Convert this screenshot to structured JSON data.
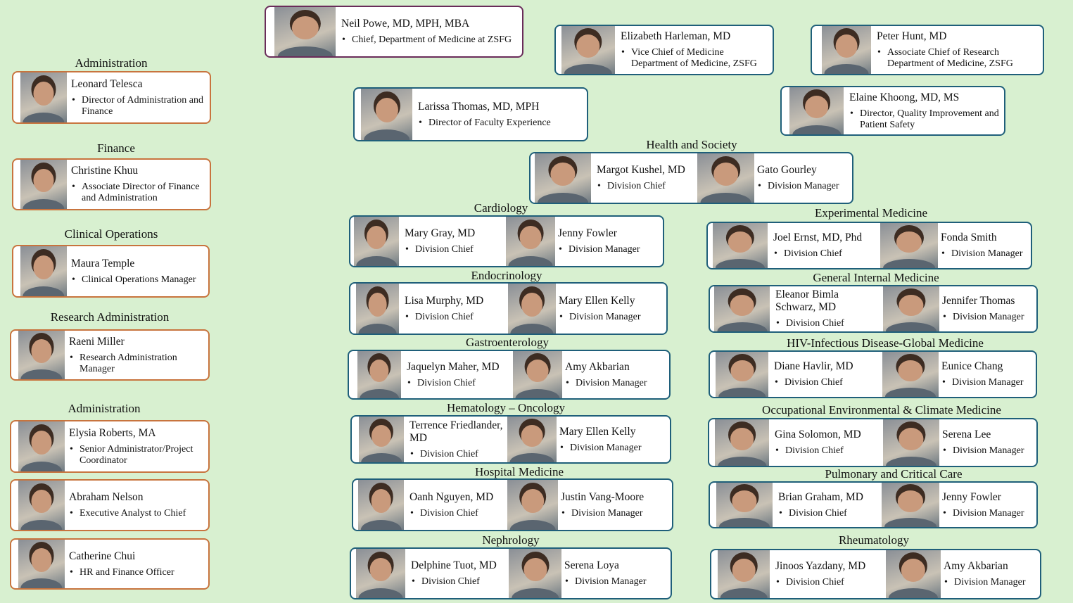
{
  "leadership": [
    {
      "name": "Neil Powe, MD, MPH, MBA",
      "role": "Chief, Department of Medicine at ZSFG"
    },
    {
      "name": "Elizabeth Harleman, MD",
      "role": "Vice Chief of Medicine Department of Medicine, ZSFG"
    },
    {
      "name": "Peter Hunt, MD",
      "role": "Associate Chief of Research Department of Medicine, ZSFG"
    },
    {
      "name": "Larissa Thomas, MD, MPH",
      "role": "Director of Faculty Experience"
    },
    {
      "name": "Elaine Khoong, MD, MS",
      "role": "Director, Quality Improvement and Patient Safety"
    }
  ],
  "admin_sections": [
    {
      "label": "Administration",
      "people": [
        {
          "name": "Leonard Telesca",
          "role": "Director of Administration and Finance"
        }
      ]
    },
    {
      "label": "Finance",
      "people": [
        {
          "name": "Christine Khuu",
          "role": "Associate Director of Finance and Administration"
        }
      ]
    },
    {
      "label": "Clinical Operations",
      "people": [
        {
          "name": "Maura Temple",
          "role": "Clinical Operations Manager"
        }
      ]
    },
    {
      "label": "Research Administration",
      "people": [
        {
          "name": "Raeni Miller",
          "role": "Research Administration Manager"
        }
      ]
    },
    {
      "label": "Administration",
      "people": [
        {
          "name": "Elysia Roberts, MA",
          "role": "Senior Administrator/Project Coordinator"
        },
        {
          "name": "Abraham Nelson",
          "role": "Executive Analyst to Chief"
        },
        {
          "name": "Catherine Chui",
          "role": "HR and Finance Officer"
        }
      ]
    }
  ],
  "divisions": [
    {
      "label": "Health and Society",
      "chief": {
        "name": "Margot Kushel, MD",
        "role": "Division Chief"
      },
      "manager": {
        "name": "Gato Gourley",
        "role": "Division Manager"
      }
    },
    {
      "label": "Cardiology",
      "chief": {
        "name": "Mary Gray, MD",
        "role": "Division Chief"
      },
      "manager": {
        "name": "Jenny Fowler",
        "role": "Division Manager"
      }
    },
    {
      "label": "Experimental Medicine",
      "chief": {
        "name": "Joel Ernst, MD, Phd",
        "role": "Division Chief"
      },
      "manager": {
        "name": "Fonda Smith",
        "role": "Division Manager"
      }
    },
    {
      "label": "Endocrinology",
      "chief": {
        "name": "Lisa Murphy, MD",
        "role": "Division Chief"
      },
      "manager": {
        "name": "Mary Ellen Kelly",
        "role": "Division Manager"
      }
    },
    {
      "label": "General Internal Medicine",
      "chief": {
        "name": "Eleanor Bimla Schwarz, MD",
        "role": "Division Chief"
      },
      "manager": {
        "name": "Jennifer Thomas",
        "role": "Division Manager"
      }
    },
    {
      "label": "Gastroenterology",
      "chief": {
        "name": "Jaquelyn Maher, MD",
        "role": "Division Chief"
      },
      "manager": {
        "name": "Amy Akbarian",
        "role": "Division Manager"
      }
    },
    {
      "label": "HIV-Infectious Disease-Global Medicine",
      "chief": {
        "name": "Diane Havlir, MD",
        "role": "Division Chief"
      },
      "manager": {
        "name": "Eunice Chang",
        "role": "Division Manager"
      }
    },
    {
      "label": "Hematology – Oncology",
      "chief": {
        "name": "Terrence Friedlander, MD",
        "role": "Division Chief"
      },
      "manager": {
        "name": "Mary Ellen Kelly",
        "role": "Division Manager"
      }
    },
    {
      "label": "Occupational Environmental & Climate Medicine",
      "chief": {
        "name": "Gina Solomon, MD",
        "role": "Division Chief"
      },
      "manager": {
        "name": "Serena Lee",
        "role": "Division Manager"
      }
    },
    {
      "label": "Hospital Medicine",
      "chief": {
        "name": "Oanh Nguyen, MD",
        "role": "Division Chief"
      },
      "manager": {
        "name": "Justin Vang-Moore",
        "role": "Division Manager"
      }
    },
    {
      "label": "Pulmonary and Critical Care",
      "chief": {
        "name": "Brian Graham, MD",
        "role": "Division Chief"
      },
      "manager": {
        "name": "Jenny Fowler",
        "role": "Division Manager"
      }
    },
    {
      "label": "Nephrology",
      "chief": {
        "name": "Delphine Tuot, MD",
        "role": "Division Chief"
      },
      "manager": {
        "name": "Serena Loya",
        "role": "Division Manager"
      }
    },
    {
      "label": "Rheumatology",
      "chief": {
        "name": "Jinoos Yazdany, MD",
        "role": "Division Chief"
      },
      "manager": {
        "name": "Amy Akbarian",
        "role": "Division Manager"
      }
    }
  ],
  "colors": {
    "background": "#d8f0d0",
    "leadership_chief_border": "#6a2c5a",
    "admin_border": "#c8743e",
    "division_border": "#1f5f7a"
  }
}
